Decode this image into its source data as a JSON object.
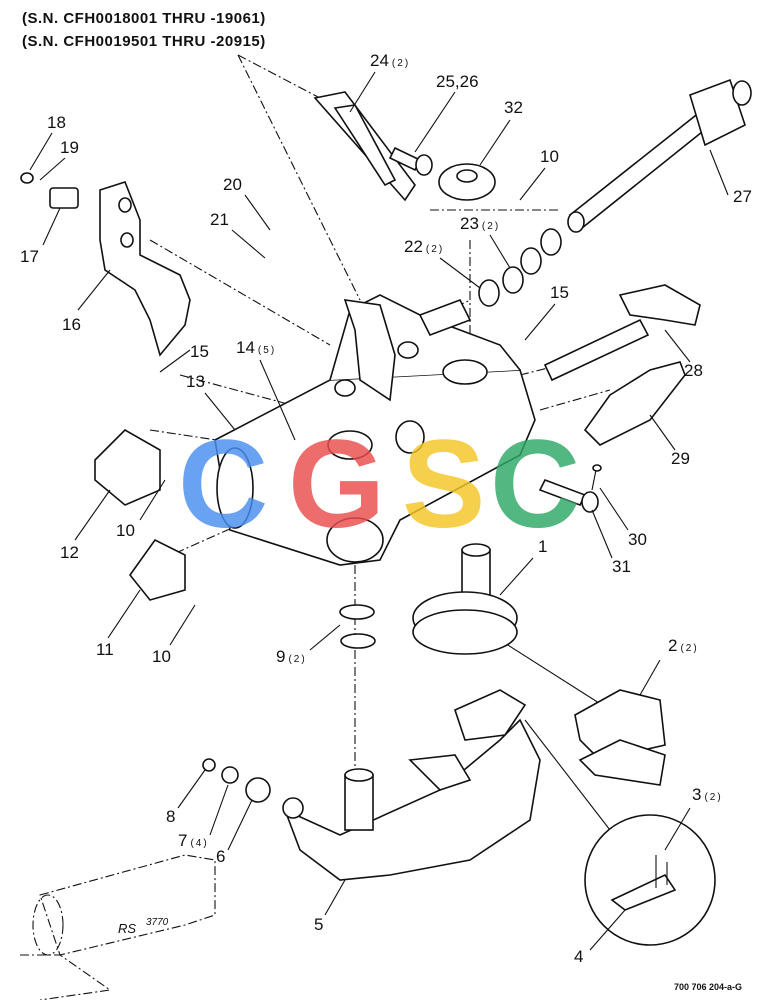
{
  "header": {
    "line1": "(S.N. CFH0018001 THRU -19061)",
    "line2": "(S.N. CFH0019501 THRU -20915)"
  },
  "watermark": {
    "letters": [
      "C",
      "G",
      "S",
      "C"
    ],
    "colors": [
      "#4a8ef0",
      "#ea4d4d",
      "#f5c625",
      "#2ea866"
    ]
  },
  "callouts": [
    {
      "num": "1",
      "qty": ""
    },
    {
      "num": "2",
      "qty": "(2)"
    },
    {
      "num": "3",
      "qty": "(2)"
    },
    {
      "num": "4",
      "qty": ""
    },
    {
      "num": "5",
      "qty": ""
    },
    {
      "num": "6",
      "qty": ""
    },
    {
      "num": "7",
      "qty": "(4)"
    },
    {
      "num": "8",
      "qty": ""
    },
    {
      "num": "9",
      "qty": "(2)"
    },
    {
      "num": "10",
      "qty": ""
    },
    {
      "num": "10",
      "qty": ""
    },
    {
      "num": "10",
      "qty": ""
    },
    {
      "num": "11",
      "qty": ""
    },
    {
      "num": "12",
      "qty": ""
    },
    {
      "num": "13",
      "qty": ""
    },
    {
      "num": "14",
      "qty": "(5)"
    },
    {
      "num": "15",
      "qty": ""
    },
    {
      "num": "15",
      "qty": ""
    },
    {
      "num": "16",
      "qty": ""
    },
    {
      "num": "17",
      "qty": ""
    },
    {
      "num": "18",
      "qty": ""
    },
    {
      "num": "19",
      "qty": ""
    },
    {
      "num": "20",
      "qty": ""
    },
    {
      "num": "21",
      "qty": ""
    },
    {
      "num": "22",
      "qty": "(2)"
    },
    {
      "num": "23",
      "qty": "(2)"
    },
    {
      "num": "24",
      "qty": "(2)"
    },
    {
      "num": "25,26",
      "qty": ""
    },
    {
      "num": "27",
      "qty": ""
    },
    {
      "num": "28",
      "qty": ""
    },
    {
      "num": "29",
      "qty": ""
    },
    {
      "num": "30",
      "qty": ""
    },
    {
      "num": "31",
      "qty": ""
    },
    {
      "num": "32",
      "qty": ""
    }
  ],
  "decal_text": [
    "RS",
    "3770"
  ],
  "figure_ref": "700 706 204-a-G"
}
